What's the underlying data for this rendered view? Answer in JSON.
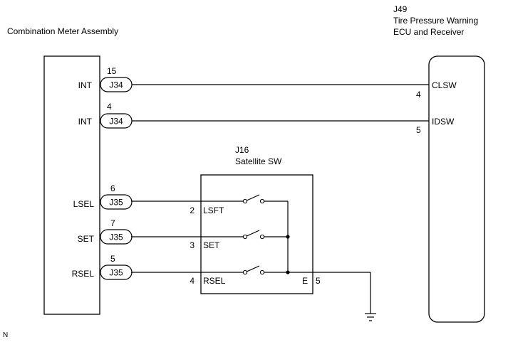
{
  "meter": {
    "title": "Combination Meter Assembly",
    "pins": [
      {
        "label": "INT",
        "pin_no": "15",
        "connector": "J34"
      },
      {
        "label": "INT",
        "pin_no": "4",
        "connector": "J34"
      },
      {
        "label": "LSEL",
        "pin_no": "6",
        "connector": "J35"
      },
      {
        "label": "SET",
        "pin_no": "7",
        "connector": "J35"
      },
      {
        "label": "RSEL",
        "pin_no": "5",
        "connector": "J35"
      }
    ]
  },
  "ecu": {
    "id": "J49",
    "title_line1": "Tire Pressure Warning",
    "title_line2": "ECU and Receiver",
    "pins": [
      {
        "label": "CLSW",
        "pin_no": "4"
      },
      {
        "label": "IDSW",
        "pin_no": "5"
      }
    ]
  },
  "satellite_switch": {
    "id": "J16",
    "title": "Satellite SW",
    "pins": [
      {
        "label": "LSFT",
        "pin_no": "2"
      },
      {
        "label": "SET",
        "pin_no": "3"
      },
      {
        "label": "RSEL",
        "pin_no": "4"
      },
      {
        "label": "E",
        "pin_no": "5"
      }
    ]
  },
  "footer_mark": "N"
}
